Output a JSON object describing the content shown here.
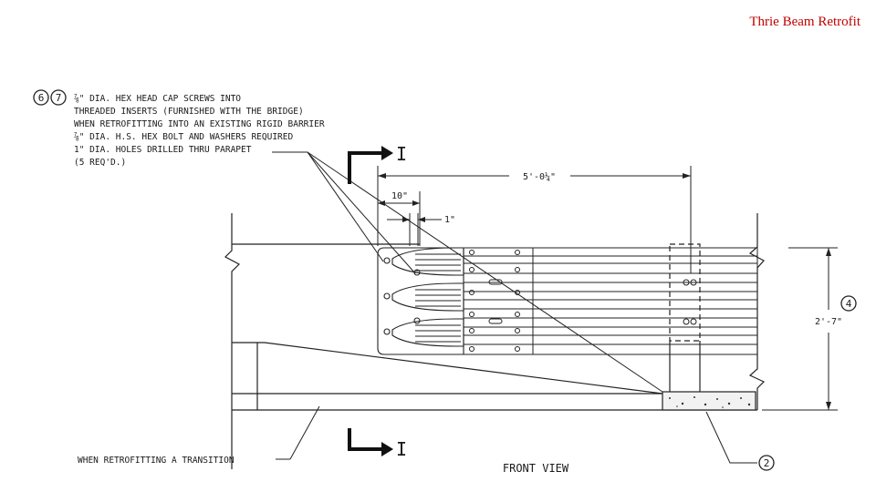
{
  "slide": {
    "title": "Thrie Beam Retrofit",
    "accent_color": "#c00000"
  },
  "drawing": {
    "note_markers": [
      "6",
      "7"
    ],
    "note_lines": [
      "⅞\" DIA. HEX HEAD CAP SCREWS INTO",
      "THREADED INSERTS (FURNISHED WITH THE BRIDGE)",
      "WHEN RETROFITTING INTO AN EXISTING RIGID BARRIER",
      "⅞\" DIA. H.S. HEX BOLT AND WASHERS REQUIRED",
      "1\" DIA. HOLES DRILLED THRU PARAPET",
      "(5 REQ'D.)"
    ],
    "section_mark": "I",
    "dim_overall": "5'-0¼\"",
    "dim_end": "10\"",
    "dim_small": "1\"",
    "dim_height": "2'-7\"",
    "callout_height": "4",
    "callout_bottom": "2",
    "note_transition": "WHEN RETROFITTING A TRANSITION",
    "view_label": "FRONT VIEW"
  }
}
